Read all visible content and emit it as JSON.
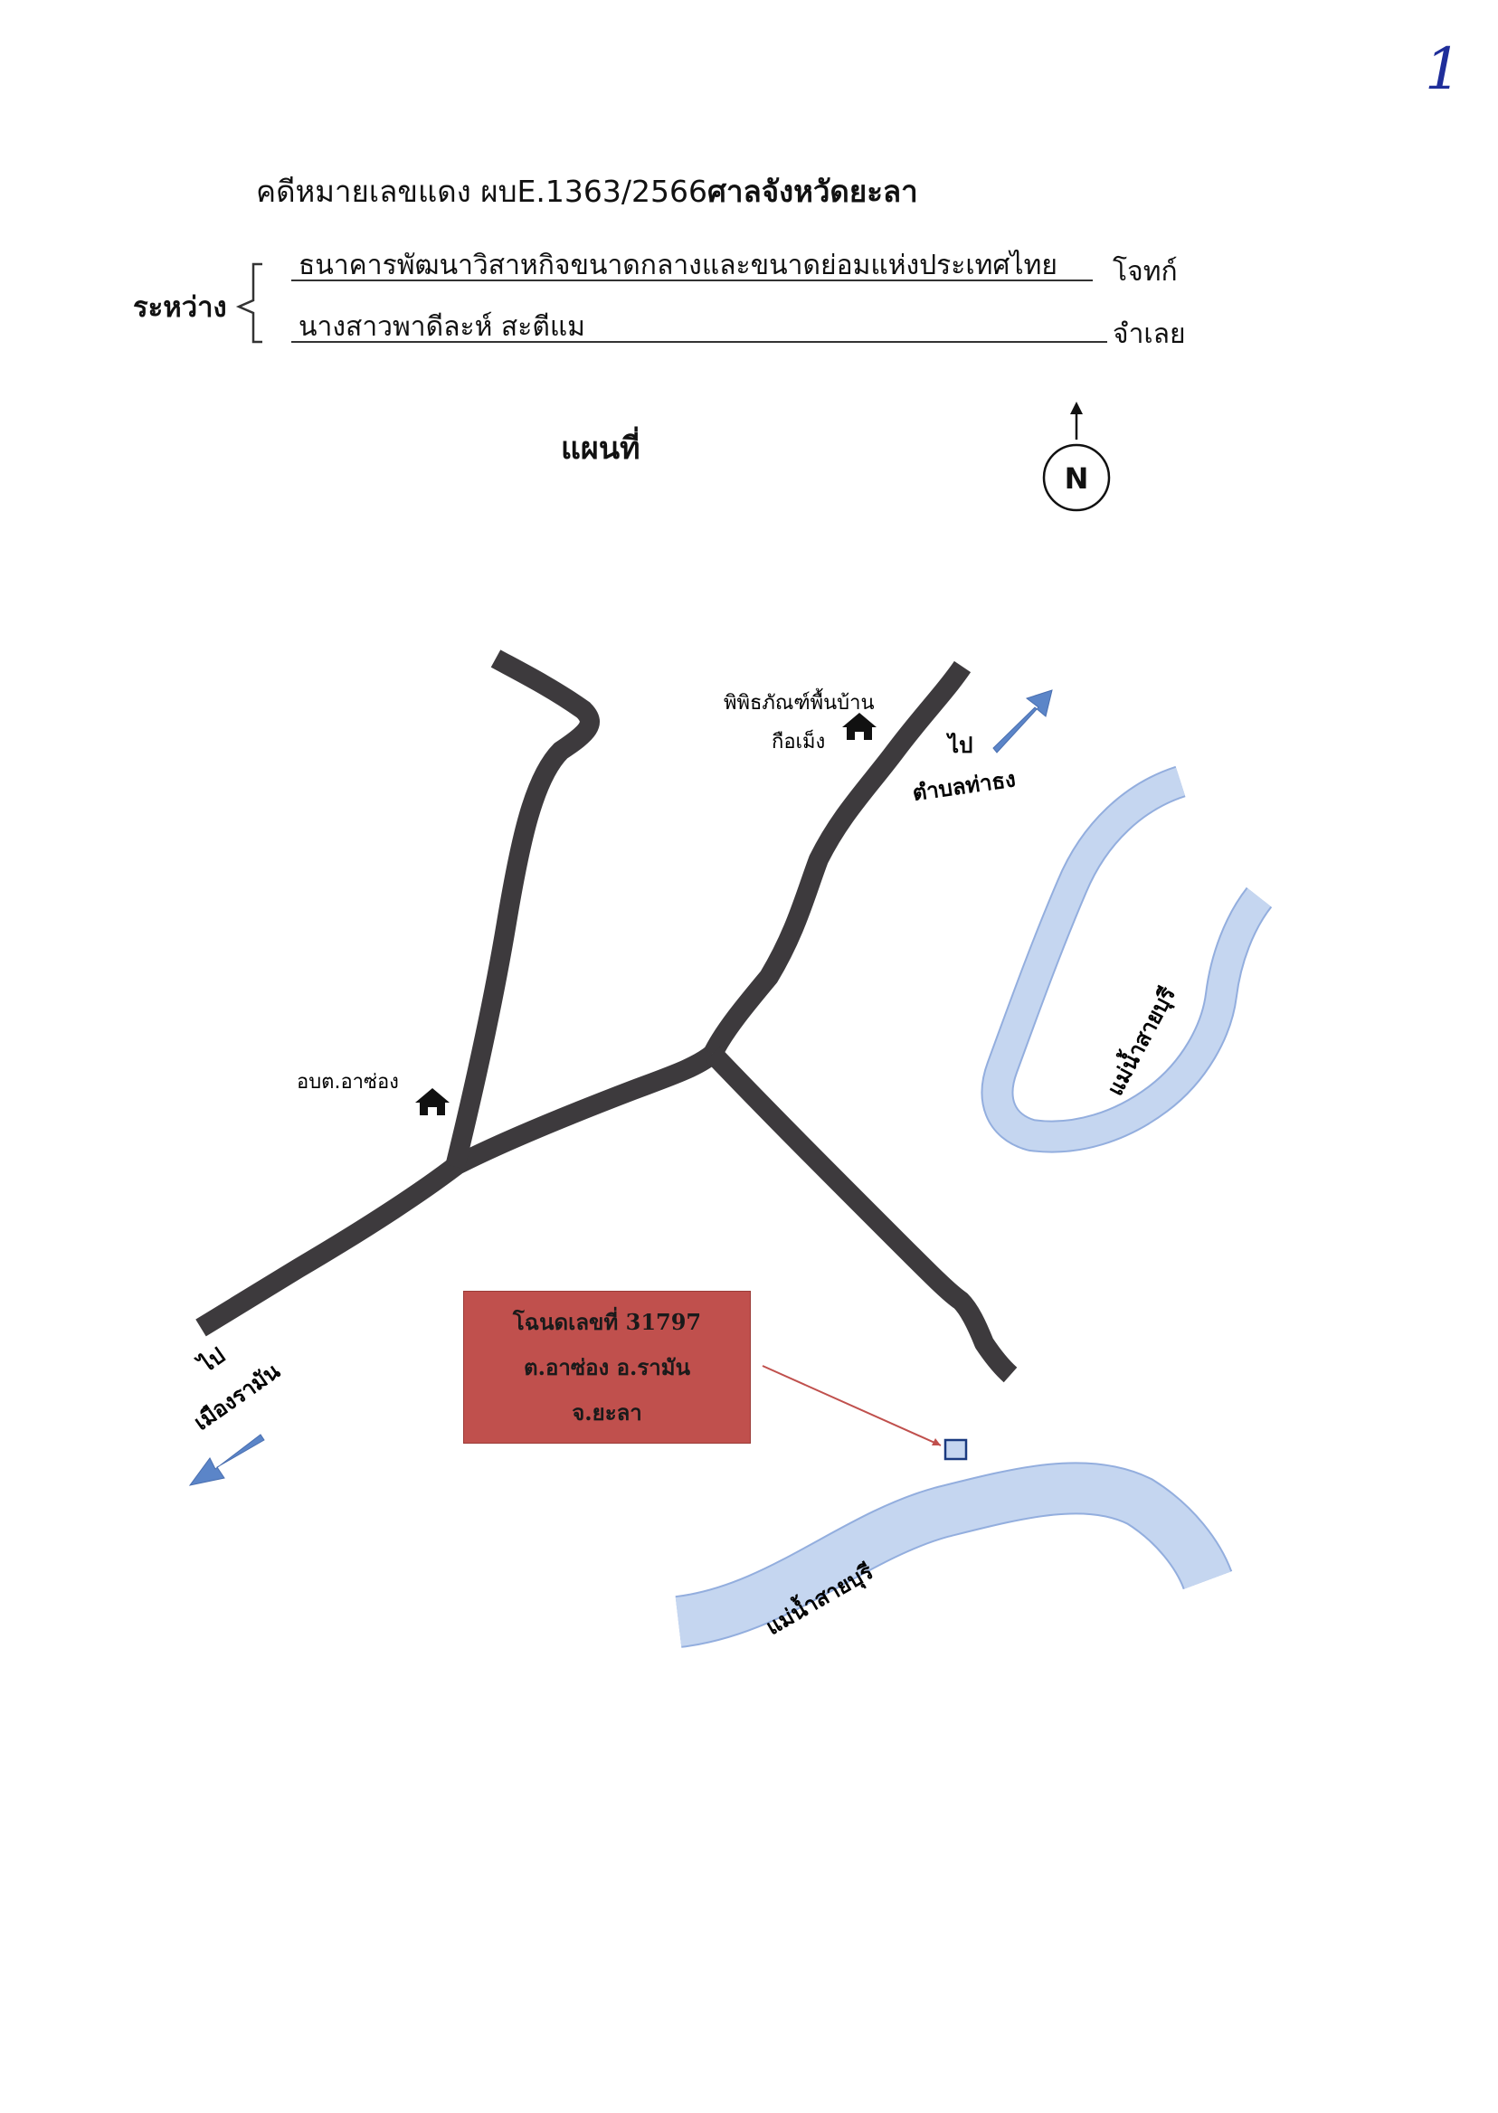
{
  "page_number": "1",
  "header": {
    "case_number": "คดีหมายเลขแดง ผบE.1363/2566",
    "court": "ศาลจังหวัดยะลา",
    "between_label": "ระหว่าง",
    "plaintiff": {
      "name": "ธนาคารพัฒนาวิสาหกิจขนาดกลางและขนาดย่อมแห่งประเทศไทย",
      "role": "โจทก์"
    },
    "defendant": {
      "name": "นางสาวพาดีละห์ สะตีแม",
      "role": "จำเลย"
    }
  },
  "map": {
    "title": "แผนที่",
    "north_label": "N",
    "landmarks": {
      "museum_line1": "พิพิธภัณฑ์พื้นบ้าน",
      "museum_line2": "กือเม็ง",
      "sao": "อบต.อาซ่อง"
    },
    "directions": {
      "to_label_ne": "ไป",
      "destination_ne": "ตำบลท่าธง",
      "to_label_sw": "ไป",
      "destination_sw": "เมืองรามัน"
    },
    "rivers": {
      "upper": "แม่น้ำสายบุรี",
      "lower": "แม่น้ำสายบุรี"
    },
    "deed": {
      "line1": "โฉนดเลขที่  31797",
      "line2": "ต.อาซ่อง  อ.รามัน",
      "line3": "จ.ยะลา"
    },
    "colors": {
      "road": "#3d3a3d",
      "river": "#c5d6f0",
      "river_edge": "#93aede",
      "arrow": "#5b85c8",
      "deed_box": "#c0504d",
      "pointer": "#c0504d",
      "parcel_marker": "#c5d6f0"
    },
    "icons": [
      "house-icon",
      "north-arrow-icon",
      "direction-arrow-icon"
    ]
  }
}
